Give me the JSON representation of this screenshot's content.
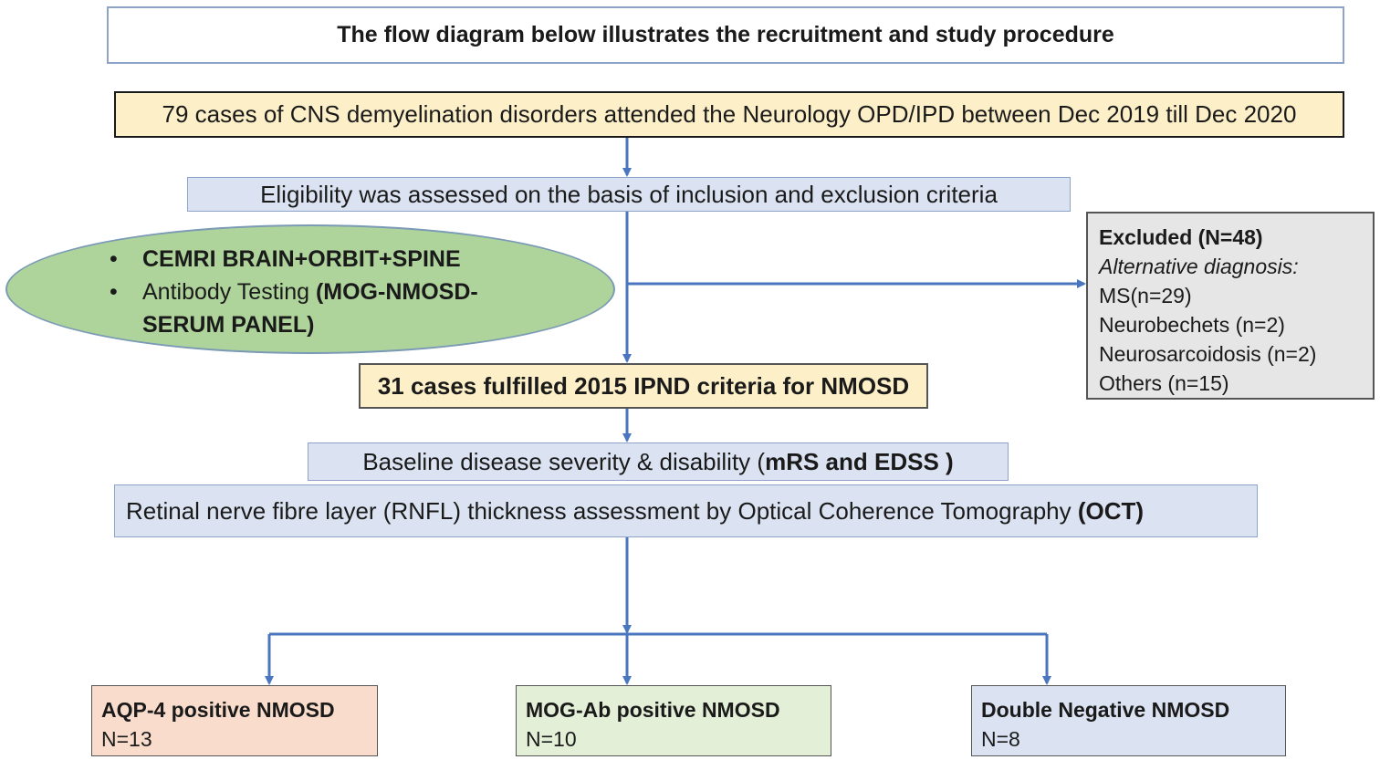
{
  "title": "The flow diagram below illustrates the recruitment and study procedure",
  "step1": "79 cases of CNS demyelination disorders attended the Neurology OPD/IPD between Dec 2019 till Dec 2020",
  "step2": "Eligibility was assessed on the basis of inclusion and exclusion criteria",
  "investigations": {
    "item1_bold": "CEMRI BRAIN+ORBIT+SPINE",
    "item2_normal": "Antibody Testing ",
    "item2_bold_a": "(MOG-NMOSD-",
    "item2_bold_b": "SERUM PANEL)"
  },
  "excluded": {
    "heading": "Excluded (N=48)",
    "subheading": "Alternative diagnosis:",
    "items": [
      "MS(n=29)",
      "Neurobechets (n=2)",
      "Neurosarcoidosis (n=2)",
      "Others (n=15)"
    ]
  },
  "step3": "31 cases fulfilled 2015 IPND criteria for NMOSD",
  "step4": {
    "normal": "Baseline disease severity & disability (",
    "bold": "mRS and EDSS )"
  },
  "step5": {
    "normal": "Retinal nerve fibre layer (RNFL) thickness assessment by Optical Coherence Tomography ",
    "bold": "(OCT)"
  },
  "groups": [
    {
      "label": "AQP-4 positive NMOSD",
      "count": "N=13"
    },
    {
      "label": "MOG-Ab positive NMOSD",
      "count": "N=10"
    },
    {
      "label": "Double Negative NMOSD",
      "count": "N=8"
    }
  ],
  "colors": {
    "arrow": "#4a76bf",
    "cream": "#fdf0c8",
    "blue": "#dbe3f2",
    "green": "#aed49c",
    "grey": "#e6e6e6",
    "peach": "#f9dccb",
    "light_green": "#e3efd6"
  }
}
